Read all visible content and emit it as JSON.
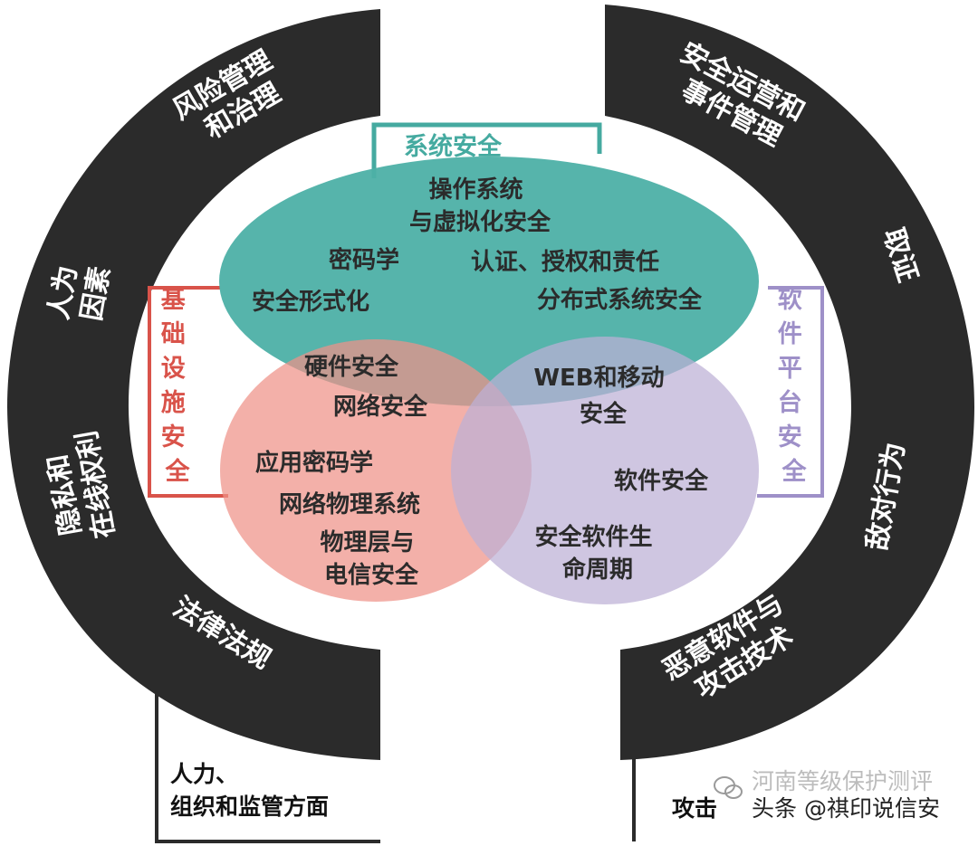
{
  "colors": {
    "ring": "#2b2b2b",
    "system_circle": "#4db0a6",
    "infra_circle": "#ee9188",
    "software_circle": "#bdb0d6",
    "system_bracket": "#45aaa0",
    "infra_bracket": "#d9534a",
    "software_bracket": "#9e90c8"
  },
  "ring_left": {
    "risk": [
      "风险管理",
      "和治理"
    ],
    "human": [
      "人为",
      "因素"
    ],
    "privacy": [
      "隐私和",
      "在线权利"
    ],
    "law": "法律法规"
  },
  "ring_right": {
    "secops": [
      "安全运营和",
      "事件管理"
    ],
    "forensics": "取证",
    "adversary": "敌对行为",
    "malware": [
      "恶意软件与",
      "攻击技术"
    ]
  },
  "tags": {
    "system": "系统安全",
    "infra": [
      "基",
      "础",
      "设",
      "施",
      "安",
      "全"
    ],
    "software": [
      "软",
      "件",
      "平",
      "台",
      "安",
      "全"
    ]
  },
  "system_topics": {
    "os_virt": [
      "操作系统",
      "与虚拟化安全"
    ],
    "crypto": "密码学",
    "auth": "认证、授权和责任",
    "formal": "安全形式化",
    "distributed": "分布式系统安全"
  },
  "overlap_topics": {
    "hardware": "硬件安全",
    "network": "网络安全",
    "web_mobile": [
      "WEB和移动",
      "安全"
    ]
  },
  "infra_topics": {
    "applied_crypto": "应用密码学",
    "cps": "网络物理系统",
    "physical": [
      "物理层与",
      "电信安全"
    ]
  },
  "software_topics": {
    "software_sec": "软件安全",
    "sdlc": [
      "安全软件生",
      "命周期"
    ]
  },
  "corners": {
    "human_org": [
      "人力、",
      "组织和监管方面"
    ],
    "attack_label": "攻击"
  },
  "watermark": {
    "faint": "河南等级保护测评",
    "main": "头条 @祺印说信安"
  }
}
